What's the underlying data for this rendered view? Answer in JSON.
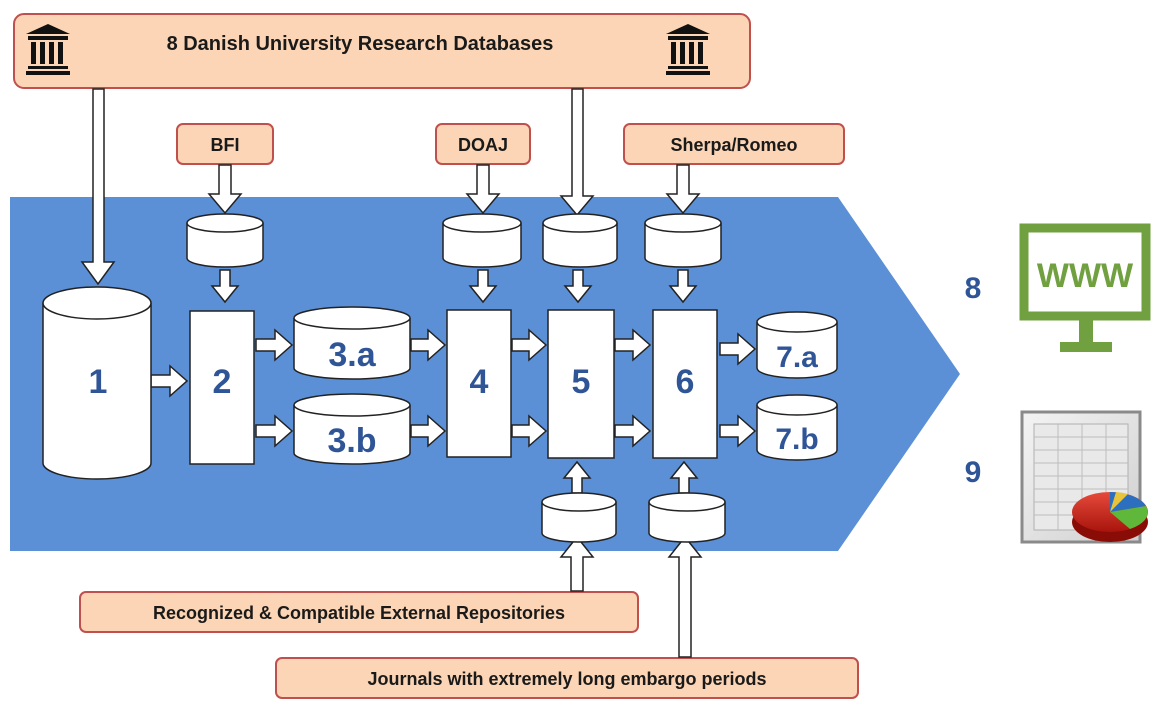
{
  "sources": {
    "universities": "8 Danish University Research Databases",
    "bfi": "BFI",
    "doaj": "DOAJ",
    "sherpa": "Sherpa/Romeo",
    "repositories": "Recognized & Compatible External Repositories",
    "embargo": "Journals with extremely long embargo periods"
  },
  "steps": {
    "s1": "1",
    "s2": "2",
    "s3a": "3.a",
    "s3b": "3.b",
    "s4": "4",
    "s5": "5",
    "s6": "6",
    "s7a": "7.a",
    "s7b": "7.b"
  },
  "outputs": {
    "o8": "8",
    "o9": "9",
    "www": "WWW"
  },
  "icons": {
    "university": "bank-building-icon",
    "website": "monitor-www-icon",
    "report": "spreadsheet-pie-chart-icon"
  },
  "colors": {
    "flow_arrow": "#5b8fd6",
    "source_box_fill": "#fbd5b5",
    "source_box_border": "#c0504d",
    "step_text": "#2f5597",
    "monitor": "#70a040"
  }
}
